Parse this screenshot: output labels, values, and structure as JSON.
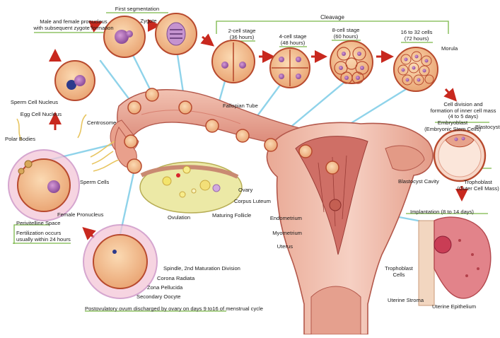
{
  "labels": {
    "pronuclei": "Male and female pronucleus\nwith subsequent zygote formation",
    "first_segmentation": "First segmentation",
    "zygote": "Zygote",
    "cleavage": "Cleavage",
    "two_cell": "2-cell stage\n(36 hours)",
    "four_cell": "4-cell stage\n(48 hours)",
    "eight_cell": "8-cell stage\n(60 hours)",
    "sixteen_cell": "16 to 32 cells\n(72 hours)",
    "morula": "Morula",
    "cell_division": "Cell division and\nformation of inner cell mass\n(4 to 5 days)",
    "embryoblast": "Embryoblast\n(Embryonic Stem Cells)",
    "blastocyst": "Blastocyst",
    "sperm_nucleus": "Sperm Cell Nucleus",
    "egg_nucleus": "Egg Cell Nucleus",
    "centrosome": "Centrosome",
    "polar_bodies": "Polar Bodies",
    "fallopian_tube": "Fallopian Tube",
    "sperm_cells": "Sperm Cells",
    "ovary": "Ovary",
    "corpus_luteum": "Corpus Luteum",
    "maturing_follicle": "Maturing Follicle",
    "ovulation": "Ovulation",
    "female_pronucleus": "Female Pronucleus",
    "perivitelline": "Perivitelline Space",
    "fertilization": "Fertilization occurs\nusually within 24 hours",
    "blastocyst_cavity": "Blastocyst Cavity",
    "trophoblast": "Trophoblast\n(Outer Cell Mass)",
    "implantation": "Implantation (8 to 14 days)",
    "endometrium": "Endometrium",
    "myometrium": "Myometrium",
    "uterus": "Uterus",
    "spindle": "Spindle, 2nd Maturation Division",
    "corona": "Corona Radiata",
    "zona": "Zona Pellucida",
    "secondary_oocyte": "Secondary Oocyte",
    "trophoblast_cells": "Trophoblast\nCells",
    "uterine_stroma": "Uterine Stroma",
    "uterine_epithelium": "Uterine Epithelium",
    "postovulatory": "Postovulatory ovum discharged by ovary on days 9 to16 of menstrual cycle"
  },
  "colors": {
    "cell_fill": "#f4c08f",
    "cell_border": "#b84a2e",
    "nucleus": "#b06ab8",
    "leader_blue": "#8fd3ea",
    "bracket_green": "#7ab648",
    "arrow_red": "#c8281e",
    "tissue_pink": "#e7a48f",
    "tissue_dark": "#c45f52",
    "ovary_yellow": "#ece9a6"
  }
}
